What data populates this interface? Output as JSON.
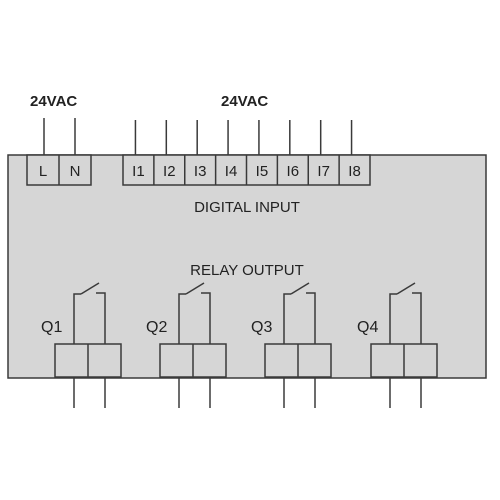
{
  "colors": {
    "module_fill": "#d6d6d6",
    "line": "#3a3a3a",
    "text": "#222222",
    "background": "#ffffff"
  },
  "power": {
    "label": "24VAC",
    "terminals": [
      "L",
      "N"
    ]
  },
  "digital_input": {
    "supply_label": "24VAC",
    "section_label": "DIGITAL INPUT",
    "terminals": [
      "I1",
      "I2",
      "I3",
      "I4",
      "I5",
      "I6",
      "I7",
      "I8"
    ]
  },
  "relay_output": {
    "section_label": "RELAY OUTPUT",
    "outputs": [
      "Q1",
      "Q2",
      "Q3",
      "Q4"
    ]
  }
}
